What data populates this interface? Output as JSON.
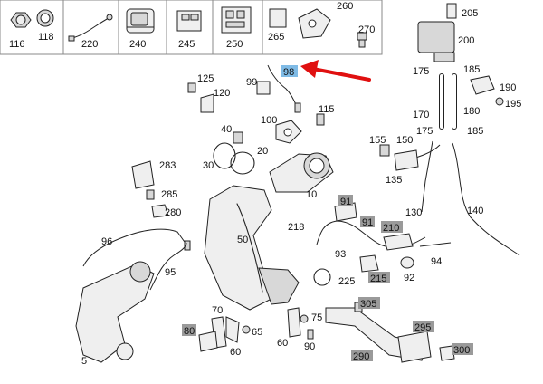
{
  "diagram": {
    "legend_cells": [
      "116",
      "118",
      "220",
      "240",
      "245",
      "250",
      "265",
      "260",
      "270"
    ],
    "labels": {
      "p5": "5",
      "p10": "10",
      "p20": "20",
      "p30": "30",
      "p40": "40",
      "p50": "50",
      "p60a": "60",
      "p60b": "60",
      "p65": "65",
      "p70": "70",
      "p75": "75",
      "p80": "80",
      "p90": "90",
      "p91a": "91",
      "p91b": "91",
      "p92": "92",
      "p93": "93",
      "p94": "94",
      "p95": "95",
      "p96": "96",
      "p98": "98",
      "p99": "99",
      "p100": "100",
      "p115": "115",
      "p120": "120",
      "p125": "125",
      "p130": "130",
      "p135": "135",
      "p140": "140",
      "p150": "150",
      "p155": "155",
      "p170": "170",
      "p175a": "175",
      "p175b": "175",
      "p180": "180",
      "p185a": "185",
      "p185b": "185",
      "p190": "190",
      "p195": "195",
      "p200": "200",
      "p205": "205",
      "p210": "210",
      "p215": "215",
      "p218": "218",
      "p225": "225",
      "p280": "280",
      "p283": "283",
      "p285": "285",
      "p290": "290",
      "p295": "295",
      "p300": "300",
      "p305": "305"
    },
    "highlight_color": "#7fbbe6",
    "grey_box_color": "#9a9a9a",
    "arrow_color": "#e01010"
  }
}
